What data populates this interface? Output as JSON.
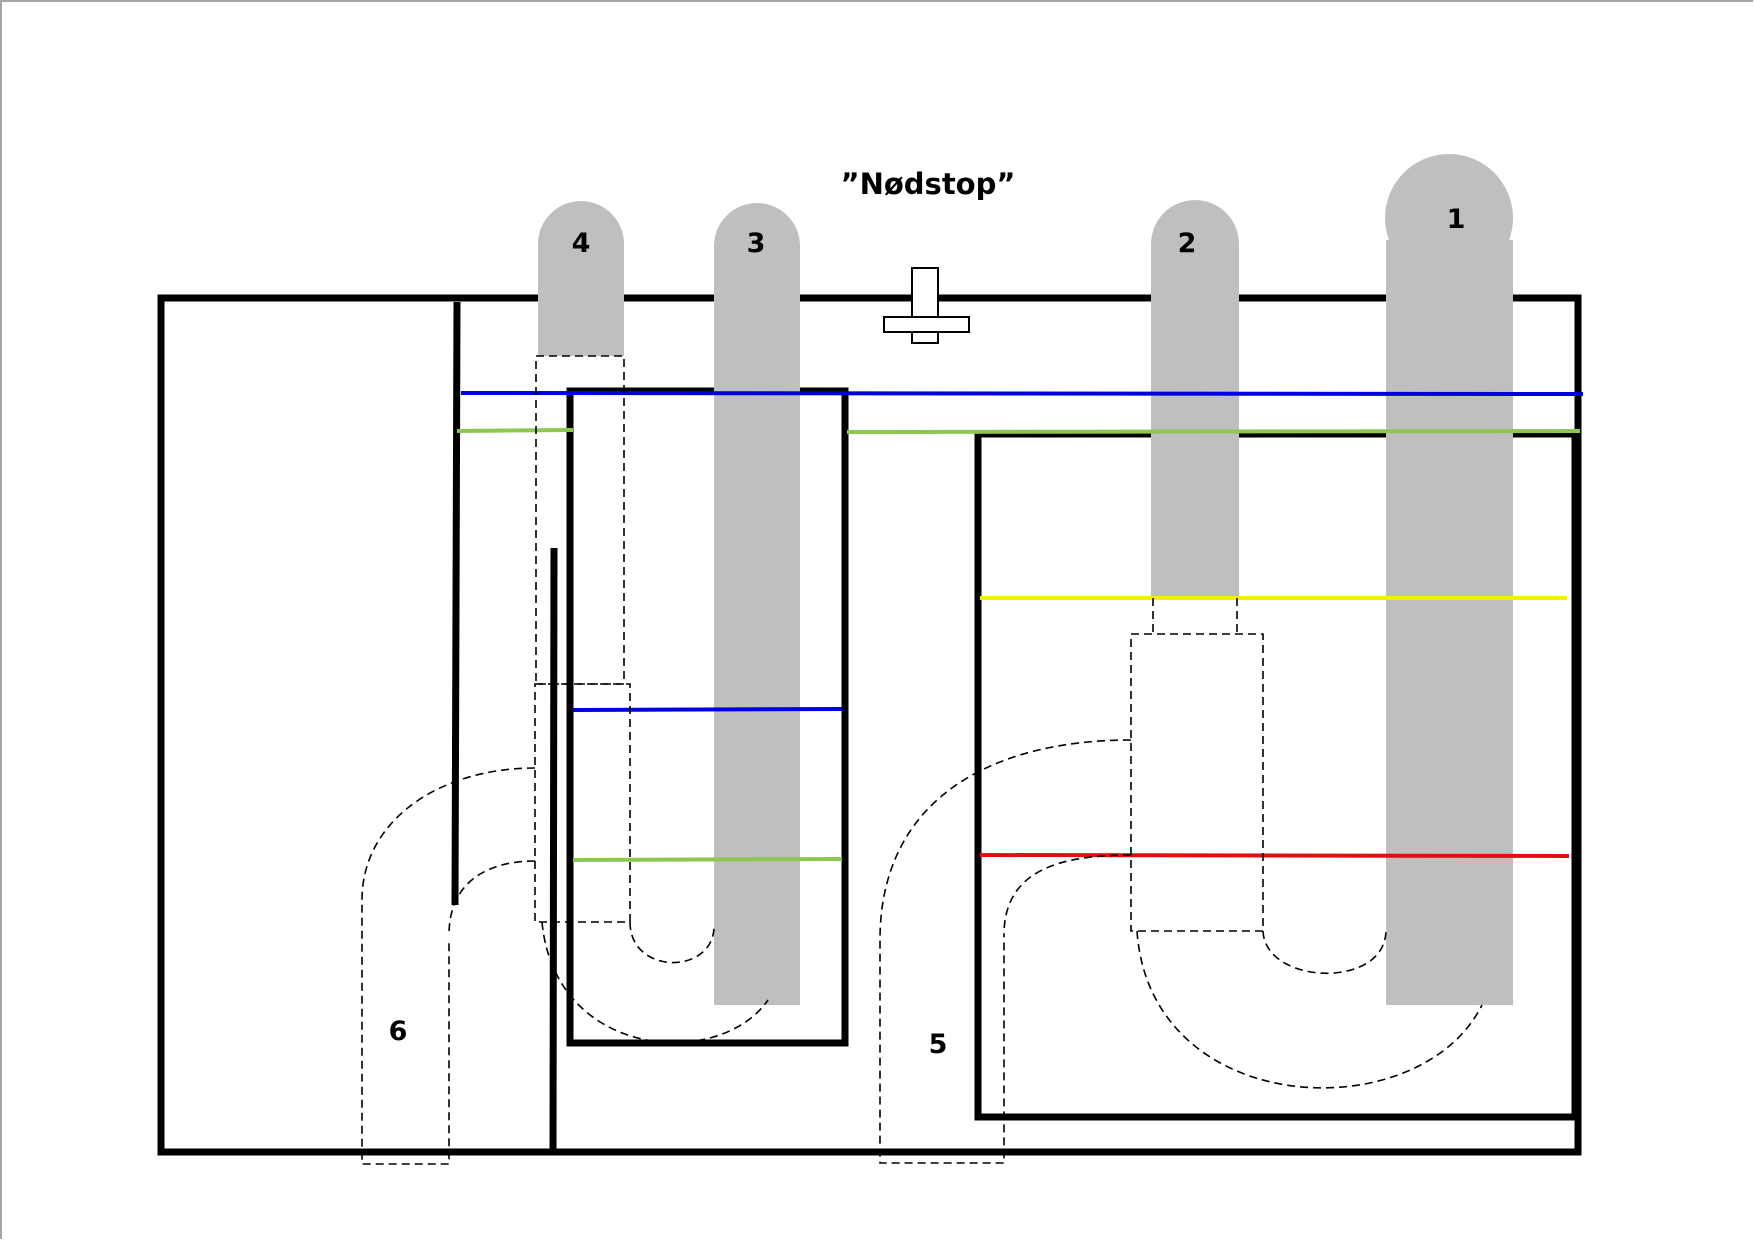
{
  "title": "”Nødstop”",
  "pipes": [
    {
      "id": "1",
      "label": "1"
    },
    {
      "id": "2",
      "label": "2"
    },
    {
      "id": "3",
      "label": "3"
    },
    {
      "id": "4",
      "label": "4"
    },
    {
      "id": "5",
      "label": "5"
    },
    {
      "id": "6",
      "label": "6"
    }
  ],
  "levels": [
    {
      "name": "blue-upper",
      "color": "#0000dd"
    },
    {
      "name": "green-upper",
      "color": "#8cc850"
    },
    {
      "name": "blue-lower",
      "color": "#0000dd"
    },
    {
      "name": "green-lower",
      "color": "#8cc850"
    },
    {
      "name": "yellow",
      "color": "#f0f000"
    },
    {
      "name": "red",
      "color": "#e01010"
    }
  ],
  "colors": {
    "pipe_fill": "#bfbfbf",
    "wall": "#000000"
  }
}
